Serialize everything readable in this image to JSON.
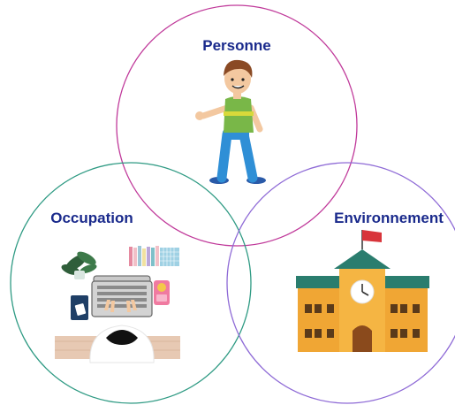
{
  "labels": {
    "person": "Personne",
    "occupation": "Occupation",
    "environment": "Environnement"
  },
  "colors": {
    "label_text": "#1a2a8c",
    "circle_person": "#c0399a",
    "circle_occupation": "#2e9a83",
    "circle_environment": "#8e6ad6",
    "building_roof": "#2a7d6e",
    "building_wall": "#f0a634",
    "flag": "#d8343a"
  },
  "icons": {
    "person": "boy-figure-icon",
    "occupation": "laptop-desk-icon",
    "environment": "school-building-icon"
  }
}
